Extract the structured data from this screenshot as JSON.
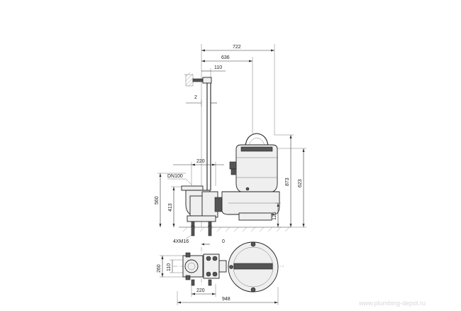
{
  "dimensions": {
    "overall_width_top": "722",
    "to_axis": "636",
    "rail_offset": "110",
    "gap": "2",
    "coupling_width": "220",
    "outlet_label": "DN100",
    "height_560": "560",
    "height_413": "413",
    "height_873": "873",
    "height_623": "623",
    "height_125": "125",
    "bolts_label": "4XM16",
    "zero": "0",
    "plan_260": "260",
    "plan_110": "110",
    "plan_220": "220",
    "overall_width_bottom": "948"
  },
  "watermark": "www.plumbing-depot.ru"
}
